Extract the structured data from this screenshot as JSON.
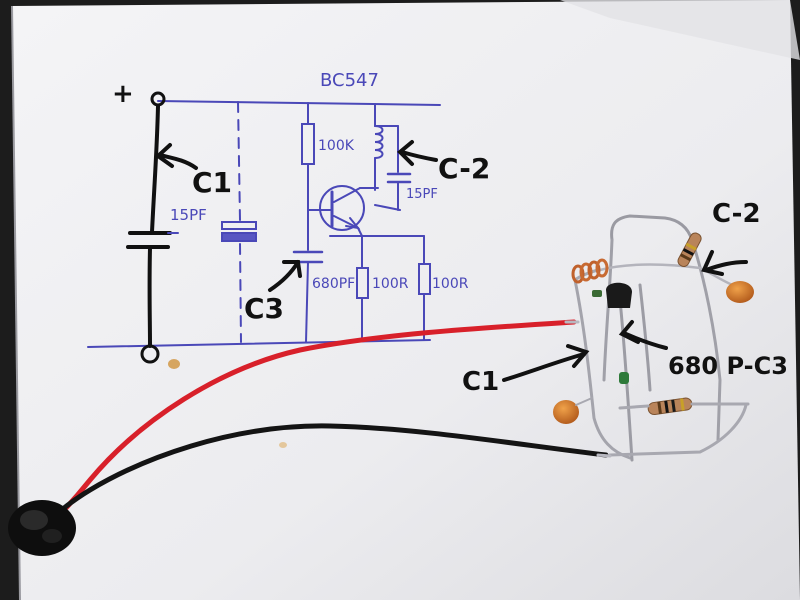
{
  "schematic": {
    "plus_sign": "+",
    "transistor_label": "BC547",
    "c1_arrow_label": "C1",
    "c1_value": "15PF",
    "resistor_bias_value": "100K",
    "c2_arrow_label": "C-2",
    "c2_value": "15PF",
    "c3_arrow_label": "C3",
    "c3_value": "680PF",
    "resistor_emitter_value": "100R",
    "resistor_load_value": "100R"
  },
  "photo_labels": {
    "c2_label": "C-2",
    "c1_label": "C1",
    "c3_label": "680 P-C3"
  },
  "colors": {
    "paper": "#efeff1",
    "ink_blue": "#4a48b8",
    "ink_black": "#111111",
    "wire_red": "#d8202a",
    "wire_black": "#141414",
    "capacitor_orange": "#d87a22"
  }
}
